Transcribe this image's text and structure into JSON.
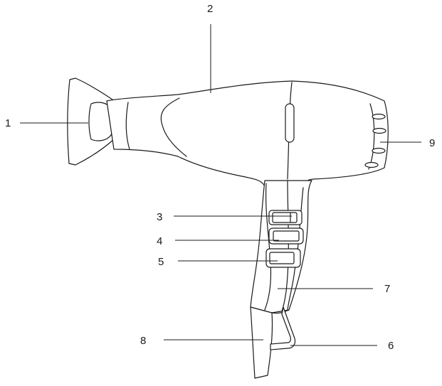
{
  "labels": {
    "l1": "1",
    "l2": "2",
    "l3": "3",
    "l4": "4",
    "l5": "5",
    "l6": "6",
    "l7": "7",
    "l8": "8",
    "l9": "9"
  },
  "colors": {
    "line": "#1a1a1a",
    "background": "#ffffff"
  }
}
